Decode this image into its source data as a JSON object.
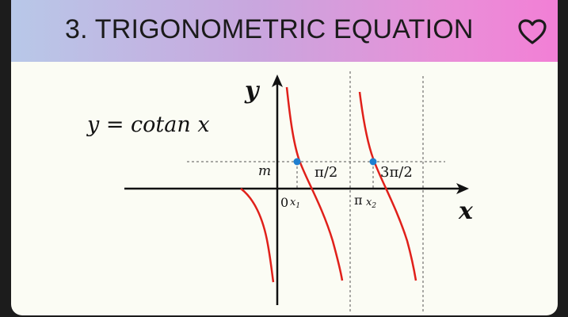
{
  "header": {
    "title": "3. TRIGONOMETRIC EQUATION",
    "favorite_icon": "heart-outline-icon",
    "gradient_colors": [
      "#b8c8e8",
      "#c9a6de",
      "#f27fd6"
    ]
  },
  "figure": {
    "equation": "y = cotan x",
    "axis_x_label": "x",
    "axis_y_label": "y",
    "labels": {
      "m": "m",
      "origin": "0",
      "x1": "x",
      "x1_sub": "1",
      "x2": "x",
      "x2_sub": "2",
      "pi": "π",
      "pi_half": "π/2",
      "three_pi_half": "3π/2"
    },
    "curve_color": "#e0201a",
    "point_color": "#1e7fd0"
  }
}
